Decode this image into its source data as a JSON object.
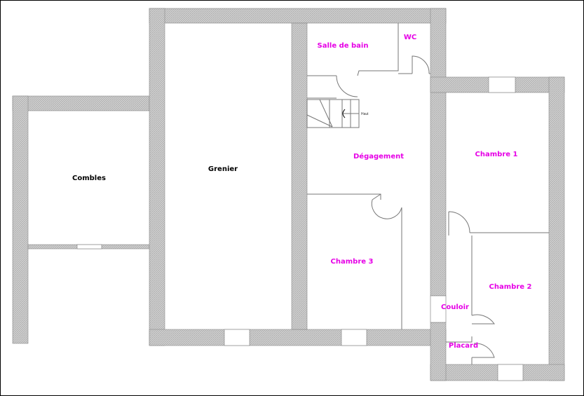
{
  "rooms": {
    "combles": "Combles",
    "grenier": "Grenier",
    "salle_de_bain": "Salle de bain",
    "wc": "WC",
    "degagement": "Dégagement",
    "chambre1": "Chambre 1",
    "chambre2": "Chambre 2",
    "chambre3": "Chambre 3",
    "couloir": "Couloir",
    "placard": "Placard"
  },
  "stairs_label": "Haut",
  "colors": {
    "room_label": "#e600e6",
    "wall": "#c8c8c8"
  }
}
